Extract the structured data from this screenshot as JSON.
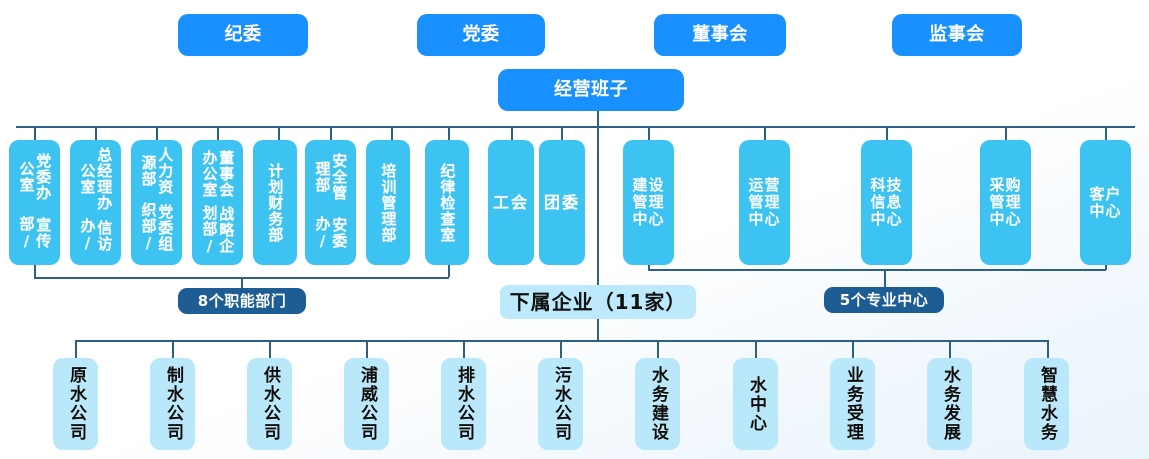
{
  "chart_title": "",
  "colors": {
    "primary_blue": "#1890ff",
    "mid_blue": "#3cc3f2",
    "light_blue": "#b9e8fa",
    "label_dark": "#1d5d94",
    "label_light": "#bce9fb",
    "connector": "#2e5f86",
    "text_white": "#ffffff",
    "text_black": "#0d0d0d"
  },
  "governance": [
    {
      "label": "纪委"
    },
    {
      "label": "党委"
    },
    {
      "label": "董事会"
    },
    {
      "label": "监事会"
    }
  ],
  "executive": {
    "label": "经营班子"
  },
  "functional_departments": [
    {
      "line1": "党委办公室",
      "line2": "宣传部/"
    },
    {
      "line1": "总经理办公室",
      "line2": "信访办/"
    },
    {
      "line1": "人力资源部",
      "line2": "党委组织部/"
    },
    {
      "line1": "董事会办公室",
      "line2": "战略企划部/"
    },
    {
      "line1": "计划财务部",
      "line2": ""
    },
    {
      "line1": "安全管理部",
      "line2": "安委办/"
    },
    {
      "line1": "培训管理部",
      "line2": ""
    },
    {
      "line1": "纪律检查室",
      "line2": ""
    }
  ],
  "mass_organizations": [
    {
      "label": "工会"
    },
    {
      "label": "团委"
    }
  ],
  "professional_centers": [
    {
      "lines": [
        "建设",
        "管理",
        "中心"
      ]
    },
    {
      "lines": [
        "运营",
        "管理",
        "中心"
      ]
    },
    {
      "lines": [
        "科技",
        "信息",
        "中心"
      ]
    },
    {
      "lines": [
        "采购",
        "管理",
        "中心"
      ]
    },
    {
      "lines": [
        "客户",
        "中心"
      ]
    }
  ],
  "group_labels": {
    "functional": "8个职能部门",
    "subsidiaries": "下属企业（11家）",
    "centers": "5个专业中心"
  },
  "subsidiaries": [
    {
      "label": "原水公司"
    },
    {
      "label": "制水公司"
    },
    {
      "label": "供水公司"
    },
    {
      "label": "浦威公司"
    },
    {
      "label": "排水公司"
    },
    {
      "label": "污水公司"
    },
    {
      "label": "水务建设"
    },
    {
      "label": "水中心"
    },
    {
      "label": "业务受理"
    },
    {
      "label": "水务发展"
    },
    {
      "label": "智慧水务"
    }
  ]
}
